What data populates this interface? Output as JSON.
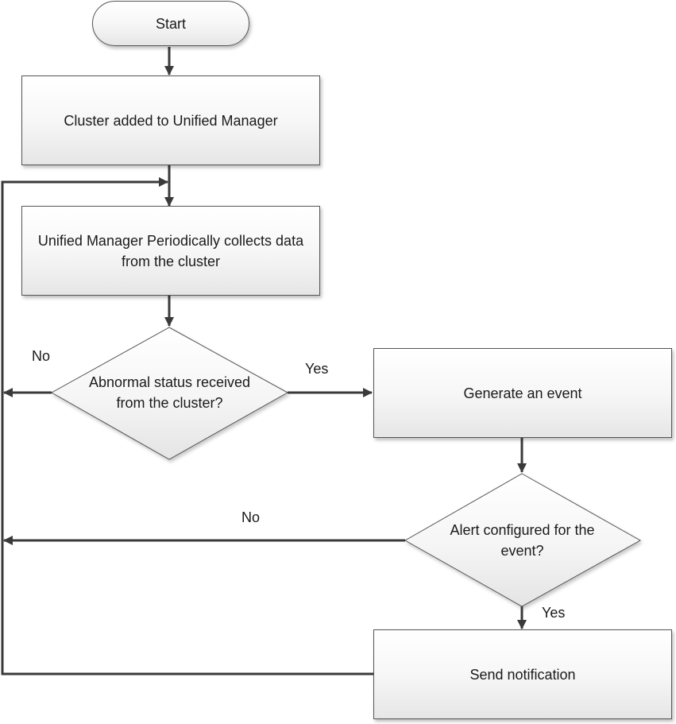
{
  "nodes": {
    "start": "Start",
    "cluster_added": "Cluster added to Unified Manager",
    "collects": "Unified Manager Periodically collects data from the cluster",
    "abnormal": "Abnormal status received from the cluster?",
    "generate": "Generate an event",
    "alert": "Alert configured for the event?",
    "send": "Send notification"
  },
  "labels": {
    "abnormal_no": "No",
    "abnormal_yes": "Yes",
    "alert_no": "No",
    "alert_yes": "Yes"
  },
  "colors": {
    "line": "#3a3a3a",
    "border": "#555555",
    "fill_top": "#ffffff",
    "fill_bottom": "#e6e6e6"
  }
}
